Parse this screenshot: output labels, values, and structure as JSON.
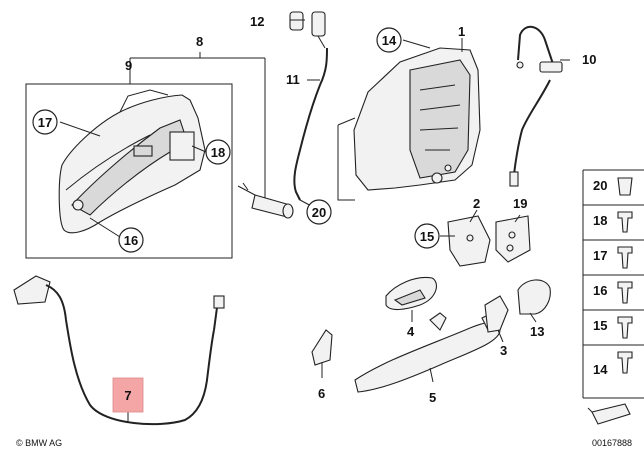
{
  "callouts": {
    "p1": "1",
    "p2": "2",
    "p3": "3",
    "p4": "4",
    "p5": "5",
    "p6": "6",
    "p7": "7",
    "p8": "8",
    "p9": "9",
    "p10": "10",
    "p11": "11",
    "p12": "12",
    "p13": "13",
    "p14": "14",
    "p15": "15",
    "p16": "16",
    "p17": "17",
    "p18": "18",
    "p19": "19",
    "p20": "20"
  },
  "highlight_color": "#f4a6a6",
  "side_legend": [
    "20",
    "18",
    "17",
    "16",
    "15",
    "14"
  ],
  "footer": {
    "brand": "© BMW AG",
    "diagram_id": "00167888"
  }
}
